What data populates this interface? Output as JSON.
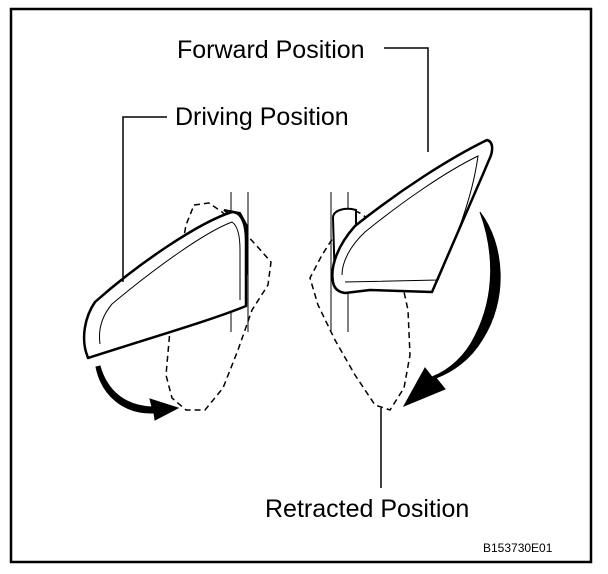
{
  "labels": {
    "forward": "Forward Position",
    "driving": "Driving Position",
    "retracted": "Retracted Position"
  },
  "figure_code": "B153730E01",
  "colors": {
    "ink": "#000000",
    "paper": "#ffffff"
  }
}
